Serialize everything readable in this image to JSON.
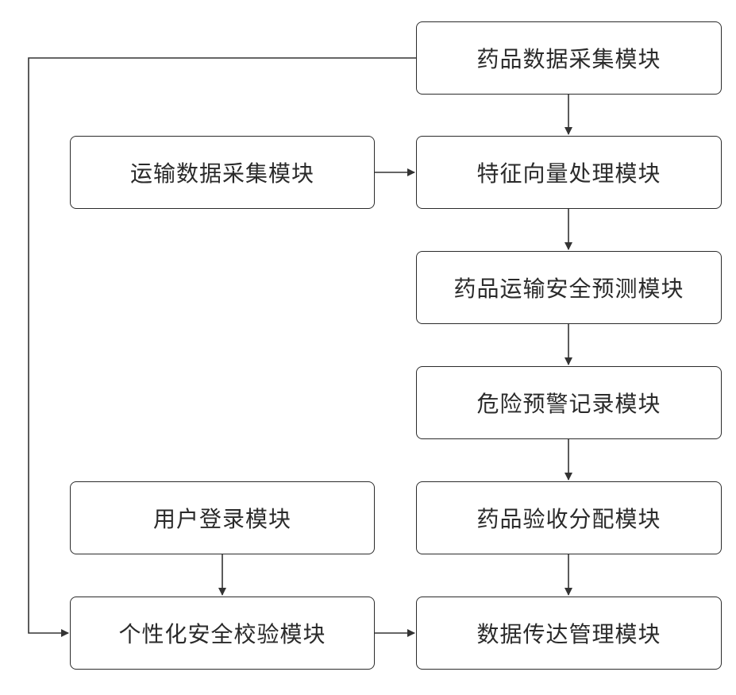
{
  "nodes": {
    "drug_data": "药品数据采集模块",
    "feature": "特征向量处理模块",
    "predict": "药品运输安全预测模块",
    "warning": "危险预警记录模块",
    "accept": "药品验收分配模块",
    "transmit": "数据传达管理模块",
    "transport": "运输数据采集模块",
    "login": "用户登录模块",
    "verify": "个性化安全校验模块"
  },
  "colors": {
    "border": "#2b2b2b",
    "text": "#2a2a2a",
    "background": "#ffffff"
  }
}
